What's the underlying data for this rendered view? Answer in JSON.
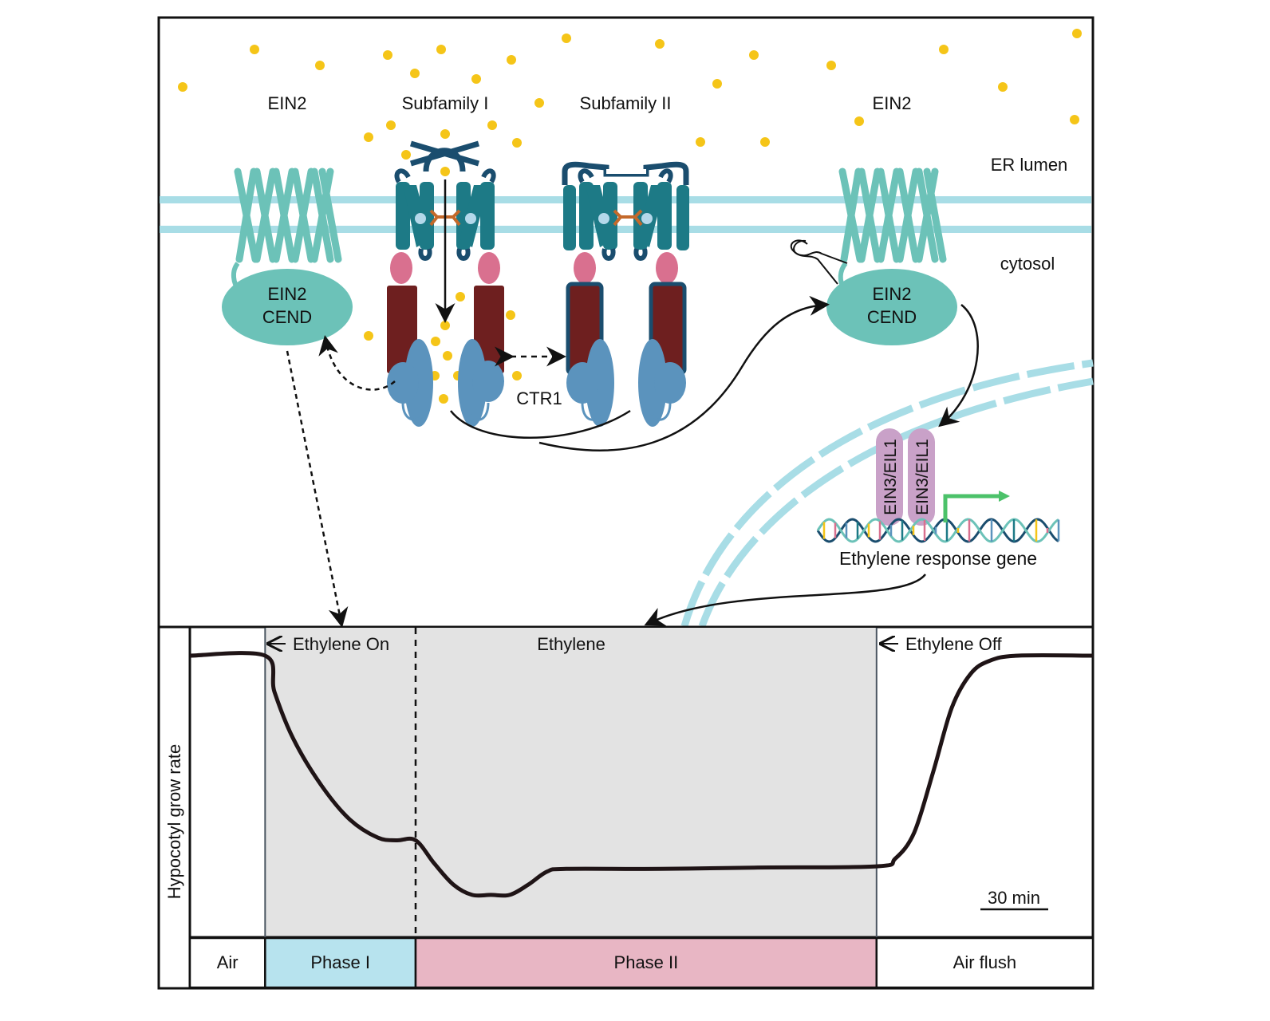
{
  "colors": {
    "ethylene_dot": "#f5c518",
    "membrane": "#a8dde6",
    "ein2": "#6cc2b8",
    "ein2_cend": "#6cc2b8",
    "receptor_tm": "#1d7a86",
    "receptor_outline": "#1a4d6e",
    "copper_ligand": "#c4692a",
    "gaf_domain": "#d9708f",
    "kinase_domain": "#6e1f1f",
    "ctr1_domain": "#5b93bd",
    "ein3_box": "#c9a1c8",
    "promoter_arrow": "#4cc26a",
    "phase1_fill": "#b7e3ee",
    "phase2_fill": "#e8b6c4",
    "ethylene_shade": "#e3e3e3"
  },
  "diagram": {
    "labels": {
      "ein2_left": "EIN2",
      "subfamily_1": "Subfamily I",
      "subfamily_2": "Subfamily II",
      "ein2_right": "EIN2",
      "er_lumen": "ER lumen",
      "cytosol": "cytosol",
      "ein2_cend_left_line1": "EIN2",
      "ein2_cend_left_line2": "CEND",
      "ein2_cend_right_line1": "EIN2",
      "ein2_cend_right_line2": "CEND",
      "ctr1": "CTR1",
      "ein3_a": "EIN3/EIL1",
      "ein3_b": "EIN3/EIL1",
      "gene": "Ethylene response gene"
    },
    "icons": {
      "cleavage": "scissors-icon"
    }
  },
  "chart_data": {
    "type": "line",
    "title": "",
    "ylabel": "Hypocotyl grow rate",
    "xlabel": "",
    "scale_bar": "30 min",
    "annotations": {
      "ethylene_on": "Ethylene On",
      "ethylene": "Ethylene",
      "ethylene_off": "Ethylene Off"
    },
    "phases": [
      {
        "label": "Air",
        "start": 0,
        "end": 40,
        "fill": "#ffffff"
      },
      {
        "label": "Phase I",
        "start": 40,
        "end": 120,
        "fill": "#b7e3ee"
      },
      {
        "label": "Phase II",
        "start": 120,
        "end": 365,
        "fill": "#e8b6c4"
      },
      {
        "label": "Air flush",
        "start": 365,
        "end": 480,
        "fill": "#ffffff"
      }
    ],
    "xlim": [
      0,
      480
    ],
    "ylim": [
      0,
      1
    ],
    "series": [
      {
        "name": "growth rate",
        "x": [
          0,
          40,
          45,
          55,
          70,
          85,
          100,
          110,
          120,
          130,
          140,
          150,
          160,
          170,
          180,
          190,
          200,
          250,
          300,
          365,
          375,
          385,
          395,
          405,
          415,
          425,
          440,
          480
        ],
        "y": [
          1.0,
          1.0,
          0.86,
          0.68,
          0.5,
          0.37,
          0.3,
          0.29,
          0.29,
          0.2,
          0.12,
          0.08,
          0.08,
          0.08,
          0.12,
          0.17,
          0.18,
          0.18,
          0.185,
          0.19,
          0.22,
          0.32,
          0.55,
          0.8,
          0.93,
          0.98,
          1.0,
          1.0
        ]
      }
    ]
  }
}
